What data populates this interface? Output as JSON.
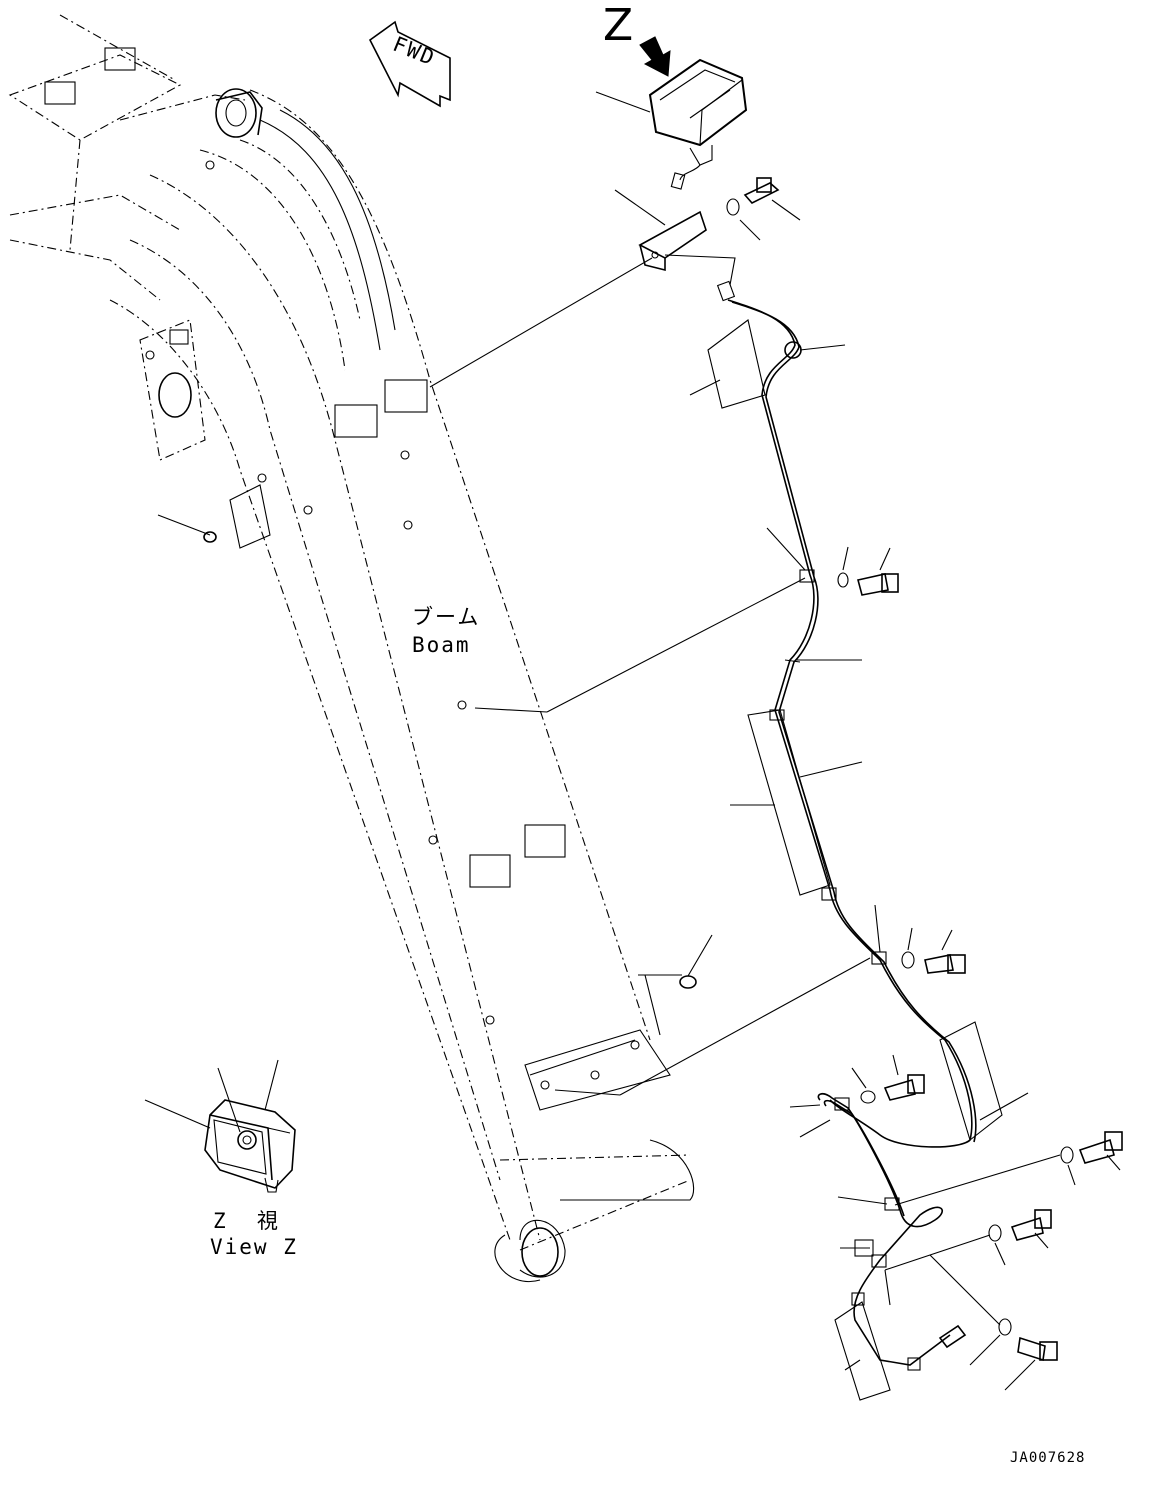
{
  "diagram": {
    "view_letter": "Z",
    "direction_label": "FWD",
    "boom_label_jp": "ブーム",
    "boom_label_en": "Boam",
    "view_label_jp": "Z  視",
    "view_label_en": "View Z",
    "drawing_code": "JA007628"
  },
  "icons": {
    "view_arrow": "filled-arrow-icon",
    "direction_arrow": "fwd-arrow-icon"
  }
}
